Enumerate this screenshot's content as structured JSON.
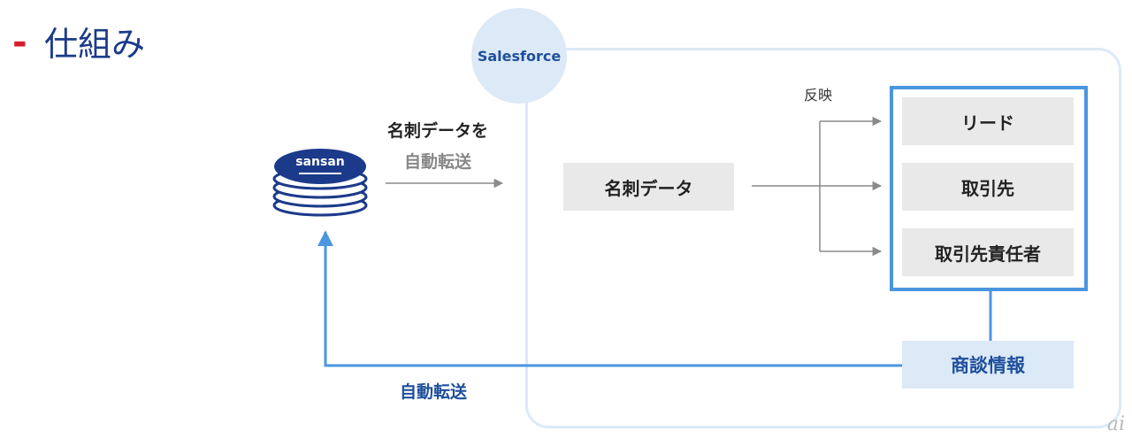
{
  "title": {
    "mark": "-",
    "text": "仕組み"
  },
  "salesforce": {
    "label": "Salesforce"
  },
  "sansan": {
    "logo_text": "sansan"
  },
  "flow": {
    "top_label_line1": "名刺データを",
    "top_label_line2": "自動転送",
    "reflect_label": "反映",
    "bottom_label": "自動転送"
  },
  "boxes": {
    "card_data": "名刺データ",
    "lead": "リード",
    "account": "取引先",
    "contact": "取引先責任者",
    "opportunity": "商談情報"
  },
  "watermark": "ai",
  "colors": {
    "accent_blue": "#4a96e0",
    "light_blue": "#dce9f7",
    "navy": "#1f4f9c",
    "title_red": "#d81e2a"
  }
}
